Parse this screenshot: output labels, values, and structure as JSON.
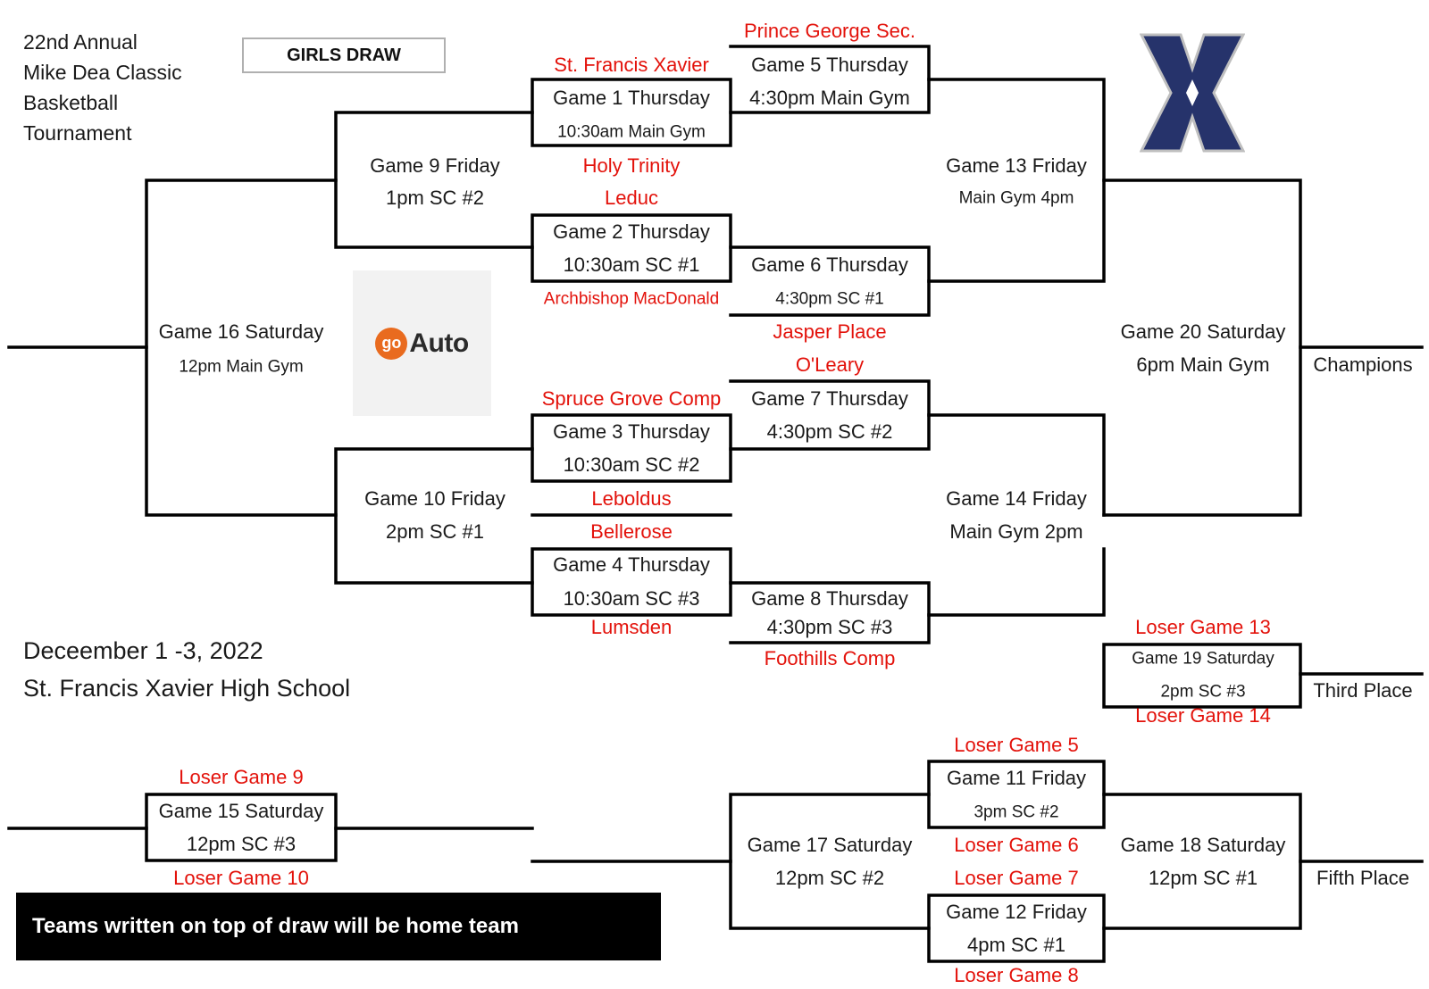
{
  "tournament": {
    "title_lines": [
      "22nd Annual",
      "Mike Dea Classic",
      "Basketball",
      "Tournament"
    ],
    "draw_label": "GIRLS DRAW",
    "dates": "Deceember 1 -3, 2022",
    "venue": "St. Francis Xavier High School",
    "notice": "Teams written on top of draw will be home team"
  },
  "sponsor": {
    "logo_go": "go",
    "logo_word": "Auto"
  },
  "school_logo": {
    "icon": "x-letter-logo-icon",
    "color": "#26336b",
    "outline": "#bfbfbf"
  },
  "colors": {
    "team": "#e3120b",
    "text": "#1a1a1a",
    "line": "#000000"
  },
  "games": {
    "g1": {
      "title": "Game 1 Thursday",
      "detail": "10:30am Main Gym",
      "top": "St. Francis Xavier",
      "bottom": "Holy Trinity"
    },
    "g2": {
      "title": "Game 2 Thursday",
      "detail": "10:30am SC #1",
      "top": "Leduc",
      "bottom": "Archbishop MacDonald"
    },
    "g3": {
      "title": "Game 3 Thursday",
      "detail": "10:30am SC #2",
      "top": "Spruce Grove Comp",
      "bottom": "Leboldus"
    },
    "g4": {
      "title": "Game 4 Thursday",
      "detail": "10:30am SC #3",
      "top": "Bellerose",
      "bottom": "Lumsden"
    },
    "g5": {
      "title": "Game 5 Thursday",
      "detail": "4:30pm Main Gym",
      "top": "Prince George Sec."
    },
    "g6": {
      "title": "Game 6 Thursday",
      "detail": "4:30pm SC #1",
      "bottom": "Jasper Place"
    },
    "g7": {
      "title": "Game 7 Thursday",
      "detail": "4:30pm SC #2",
      "top": "O'Leary"
    },
    "g8": {
      "title": "Game 8 Thursday",
      "detail": "4:30pm SC #3",
      "bottom": "Foothills Comp"
    },
    "g9": {
      "title": "Game 9 Friday",
      "detail": "1pm SC #2"
    },
    "g10": {
      "title": "Game 10 Friday",
      "detail": "2pm SC #1"
    },
    "g11": {
      "title": "Game 11 Friday",
      "detail": "3pm SC #2",
      "top": "Loser Game 5",
      "bottom": "Loser Game 6"
    },
    "g12": {
      "title": "Game 12 Friday",
      "detail": "4pm SC #1",
      "top": "Loser Game 7",
      "bottom": "Loser Game 8"
    },
    "g13": {
      "title": "Game 13 Friday",
      "detail": "Main Gym 4pm"
    },
    "g14": {
      "title": "Game 14 Friday",
      "detail": "Main Gym 2pm"
    },
    "g15": {
      "title": "Game 15 Saturday",
      "detail": "12pm SC #3",
      "top": "Loser Game 9",
      "bottom": "Loser Game 10"
    },
    "g16": {
      "title": "Game 16 Saturday",
      "detail": "12pm Main Gym"
    },
    "g17": {
      "title": "Game 17 Saturday",
      "detail": "12pm SC #2"
    },
    "g18": {
      "title": "Game 18 Saturday",
      "detail": "12pm SC #1"
    },
    "g19": {
      "title": "Game 19 Saturday",
      "detail": "2pm SC #3",
      "top": "Loser Game 13",
      "bottom": "Loser Game 14"
    },
    "g20": {
      "title": "Game 20 Saturday",
      "detail": "6pm Main Gym"
    }
  },
  "results": {
    "champions": "Champions",
    "third": "Third Place",
    "fifth": "Fifth Place"
  }
}
